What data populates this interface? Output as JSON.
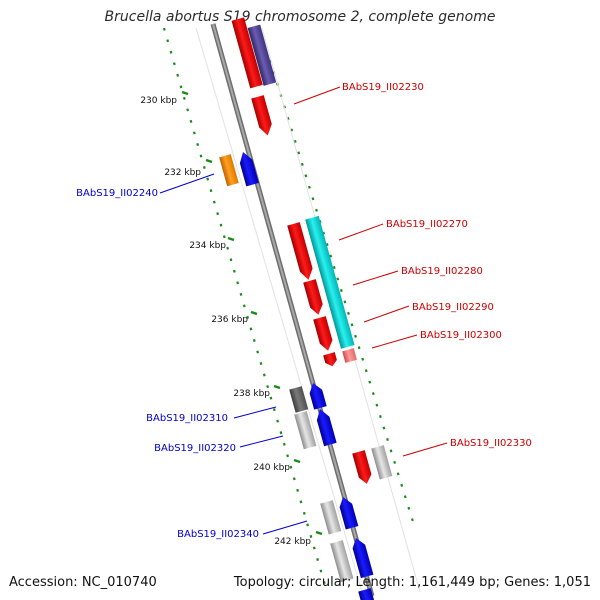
{
  "title": "Brucella abortus S19 chromosome 2, complete genome",
  "accession": "Accession: NC_010740",
  "summary": "Topology: circular; Length: 1,161,449 bp; Genes: 1,051",
  "ticks": [
    "230 kbp",
    "232 kbp",
    "234 kbp",
    "236 kbp",
    "238 kbp",
    "240 kbp",
    "242 kbp"
  ],
  "gene_labels": [
    {
      "id": "lbl-2230",
      "text": "BAbS19_II02230",
      "color": "#cc0000"
    },
    {
      "id": "lbl-2240",
      "text": "BAbS19_II02240",
      "color": "#0000cc"
    },
    {
      "id": "lbl-2270",
      "text": "BAbS19_II02270",
      "color": "#cc0000"
    },
    {
      "id": "lbl-2280",
      "text": "BAbS19_II02280",
      "color": "#cc0000"
    },
    {
      "id": "lbl-2290",
      "text": "BAbS19_II02290",
      "color": "#cc0000"
    },
    {
      "id": "lbl-2300",
      "text": "BAbS19_II02300",
      "color": "#cc0000"
    },
    {
      "id": "lbl-2310",
      "text": "BAbS19_II02310",
      "color": "#0000cc"
    },
    {
      "id": "lbl-2320",
      "text": "BAbS19_II02320",
      "color": "#0000cc"
    },
    {
      "id": "lbl-2330",
      "text": "BAbS19_II02330",
      "color": "#cc0000"
    },
    {
      "id": "lbl-2340",
      "text": "BAbS19_II02340",
      "color": "#0000cc"
    }
  ],
  "colors": {
    "backbone": "#8a8a8a",
    "track_dots": "#1a8a1a",
    "forward_gene": "#ff0000",
    "reverse_gene": "#0000ff",
    "cyan_feature": "#00c8c8",
    "navy_feature": "#4b3d8f",
    "orange_feature": "#ff8c00",
    "gray_feature": "#b4b4b4"
  }
}
